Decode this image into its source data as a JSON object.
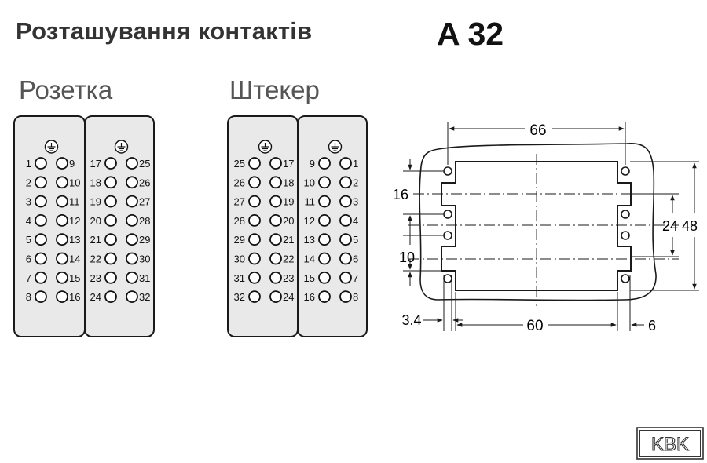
{
  "header": {
    "title": "Розташування контактів",
    "model": "A 32"
  },
  "socket": {
    "label": "Розетка",
    "left_block": {
      "col_left": [
        "1",
        "2",
        "3",
        "4",
        "5",
        "6",
        "7",
        "8"
      ],
      "col_right": [
        "9",
        "10",
        "11",
        "12",
        "13",
        "14",
        "15",
        "16"
      ]
    },
    "right_block": {
      "col_left": [
        "17",
        "18",
        "19",
        "20",
        "21",
        "22",
        "23",
        "24"
      ],
      "col_right": [
        "25",
        "26",
        "27",
        "28",
        "29",
        "30",
        "31",
        "32"
      ]
    }
  },
  "plug": {
    "label": "Штекер",
    "left_block": {
      "col_left": [
        "25",
        "26",
        "27",
        "28",
        "29",
        "30",
        "31",
        "32"
      ],
      "col_right": [
        "17",
        "18",
        "19",
        "20",
        "21",
        "22",
        "23",
        "24"
      ]
    },
    "right_block": {
      "col_left": [
        "9",
        "10",
        "11",
        "12",
        "13",
        "14",
        "15",
        "16"
      ],
      "col_right": [
        "1",
        "2",
        "3",
        "4",
        "5",
        "6",
        "7",
        "8"
      ]
    }
  },
  "drawing": {
    "dim_top": "66",
    "dim_bottom": "60",
    "dim_left_a": "16",
    "dim_left_b": "10",
    "dim_right_a": "24",
    "dim_right_b": "48",
    "dim_bottom_left": "3.4",
    "dim_bottom_right": "6"
  },
  "logo": {
    "text": "KBK"
  }
}
